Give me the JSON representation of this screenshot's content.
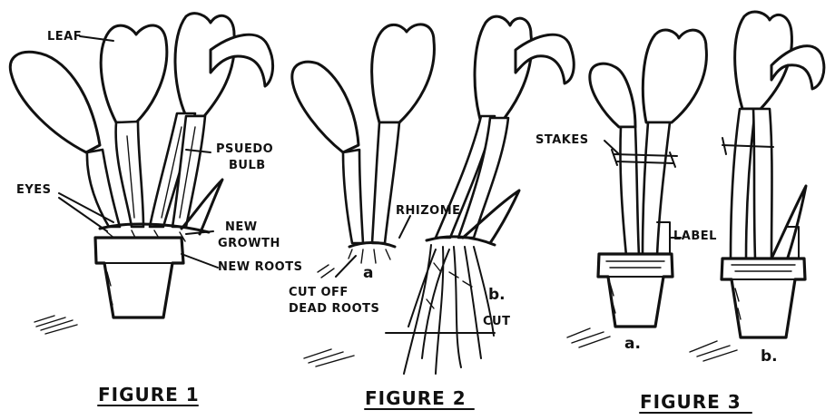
{
  "figure1": {
    "caption": "FIGURE 1",
    "labels": {
      "leaf": "LEAF",
      "pseudo_bulb_1": "PSUEDO",
      "pseudo_bulb_2": "BULB",
      "eyes": "EYES",
      "new_growth_1": "NEW",
      "new_growth_2": "GROWTH",
      "new_roots": "NEW ROOTS"
    }
  },
  "figure2": {
    "caption": "FIGURE 2",
    "labels": {
      "rhizome": "RHIZOME",
      "a": "a",
      "b": "b.",
      "cut_off_1": "CUT OFF",
      "cut_off_2": "DEAD ROOTS",
      "cut": "CUT"
    }
  },
  "figure3": {
    "caption": "FIGURE 3",
    "labels": {
      "stakes": "STAKES",
      "label": "LABEL",
      "a": "a.",
      "b": "b."
    }
  }
}
